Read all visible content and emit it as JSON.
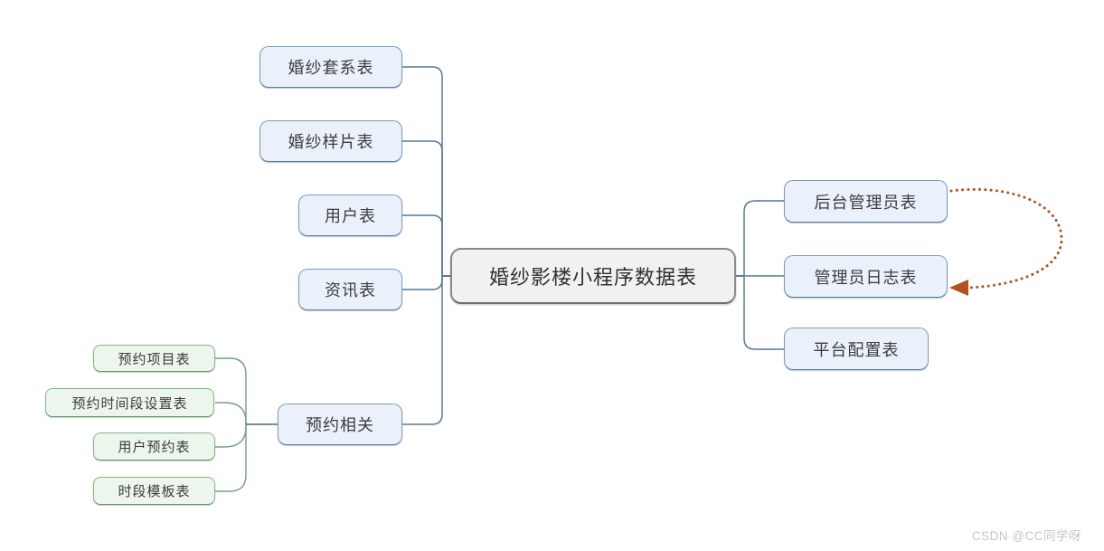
{
  "root": {
    "label": "婚纱影楼小程序数据表"
  },
  "left_nodes": [
    {
      "label": "婚纱套系表"
    },
    {
      "label": "婚纱样片表"
    },
    {
      "label": "用户表"
    },
    {
      "label": "资讯表"
    },
    {
      "label": "预约相关"
    }
  ],
  "booking_subnodes": [
    {
      "label": "预约项目表"
    },
    {
      "label": "预约时间段设置表"
    },
    {
      "label": "用户预约表"
    },
    {
      "label": "时段模板表"
    }
  ],
  "right_nodes": [
    {
      "label": "后台管理员表"
    },
    {
      "label": "管理员日志表"
    },
    {
      "label": "平台配置表"
    }
  ],
  "watermark": "CSDN @CC同学呀",
  "colors": {
    "blue_node_fill": "#eaf1fa",
    "blue_node_border": "#7b9cba",
    "green_node_fill": "#edf6ec",
    "green_node_border": "#85b287",
    "root_fill": "#f1f1f1",
    "root_border": "#8a8a8a",
    "connector_blue": "#54799a",
    "connector_green": "#74a07c",
    "relation_arrow_orange": "#b0521a"
  }
}
